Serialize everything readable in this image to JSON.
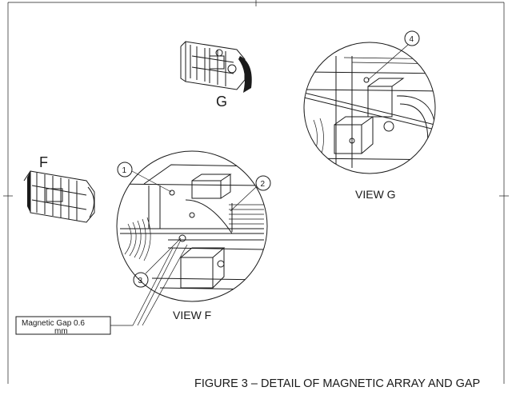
{
  "figure_caption": "FIGURE 3 – DETAIL OF MAGNETIC ARRAY AND GAP",
  "views": {
    "g": {
      "marker": "G",
      "title": "VIEW G"
    },
    "f": {
      "marker": "F",
      "title": "VIEW F"
    }
  },
  "balloons": [
    "1",
    "2",
    "3",
    "4"
  ],
  "callout": {
    "line1": "Magnetic Gap 0.6",
    "line2": "mm"
  },
  "colors": {
    "ink": "#1a1a1a",
    "paper": "#ffffff"
  }
}
